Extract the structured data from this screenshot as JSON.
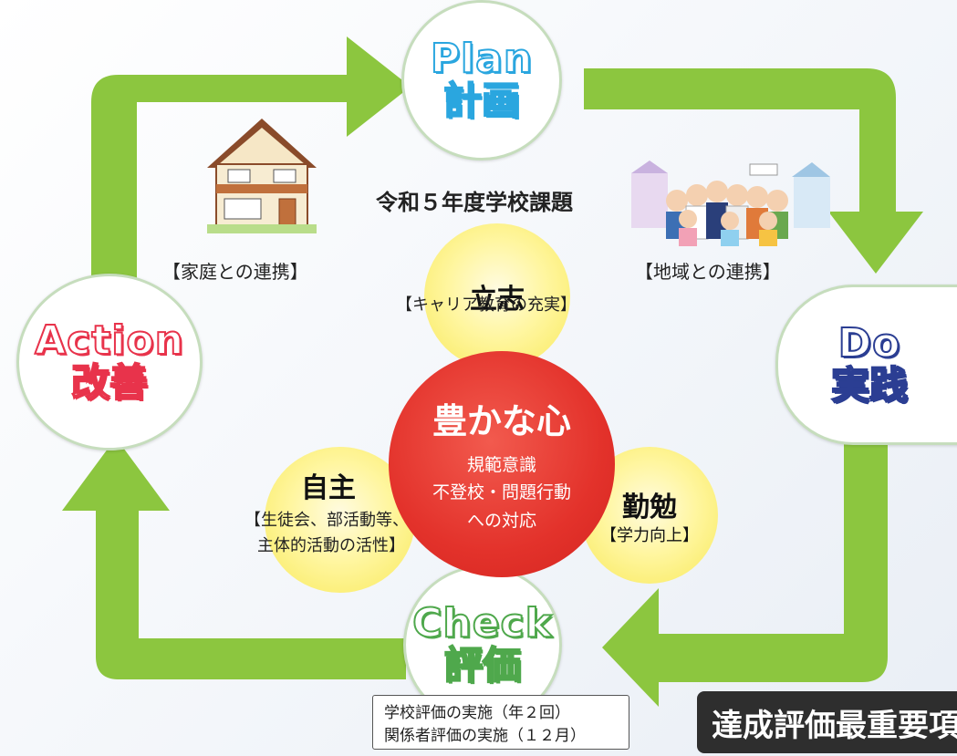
{
  "cycle": {
    "plan": {
      "en": "Plan",
      "jp": "計画"
    },
    "do": {
      "en": "Do",
      "jp": "実践"
    },
    "check": {
      "en": "Check",
      "jp": "評価"
    },
    "action": {
      "en": "Action",
      "jp": "改善"
    }
  },
  "school_theme": "令和５年度学校課題",
  "home_link": "【家庭との連携】",
  "community_link": "【地域との連携】",
  "pillars": {
    "risshi": {
      "title": "立志",
      "sub": "【キャリア教育の充実】"
    },
    "jishu": {
      "title": "自主",
      "sub1": "【生徒会、部活動等、",
      "sub2": "主体的活動の活性】"
    },
    "kinben": {
      "title": "勤勉",
      "sub": "【学力向上】"
    }
  },
  "center": {
    "title": "豊かな心",
    "line1": "規範意識",
    "line2": "不登校・問題行動",
    "line3": "への対応"
  },
  "evaluation": {
    "line1": "学校評価の実施（年２回）",
    "line2": "関係者評価の実施（１２月）"
  },
  "banner": "達成評価最重要項",
  "colors": {
    "plan": "#2aa6df",
    "do": "#2b3e93",
    "check": "#4fa84c",
    "action": "#e8334b",
    "arrow": "#8cc63f",
    "center": "#e3322b",
    "pillar": "#f8e95a"
  },
  "icons": [
    "house-illustration",
    "community-people-illustration"
  ]
}
